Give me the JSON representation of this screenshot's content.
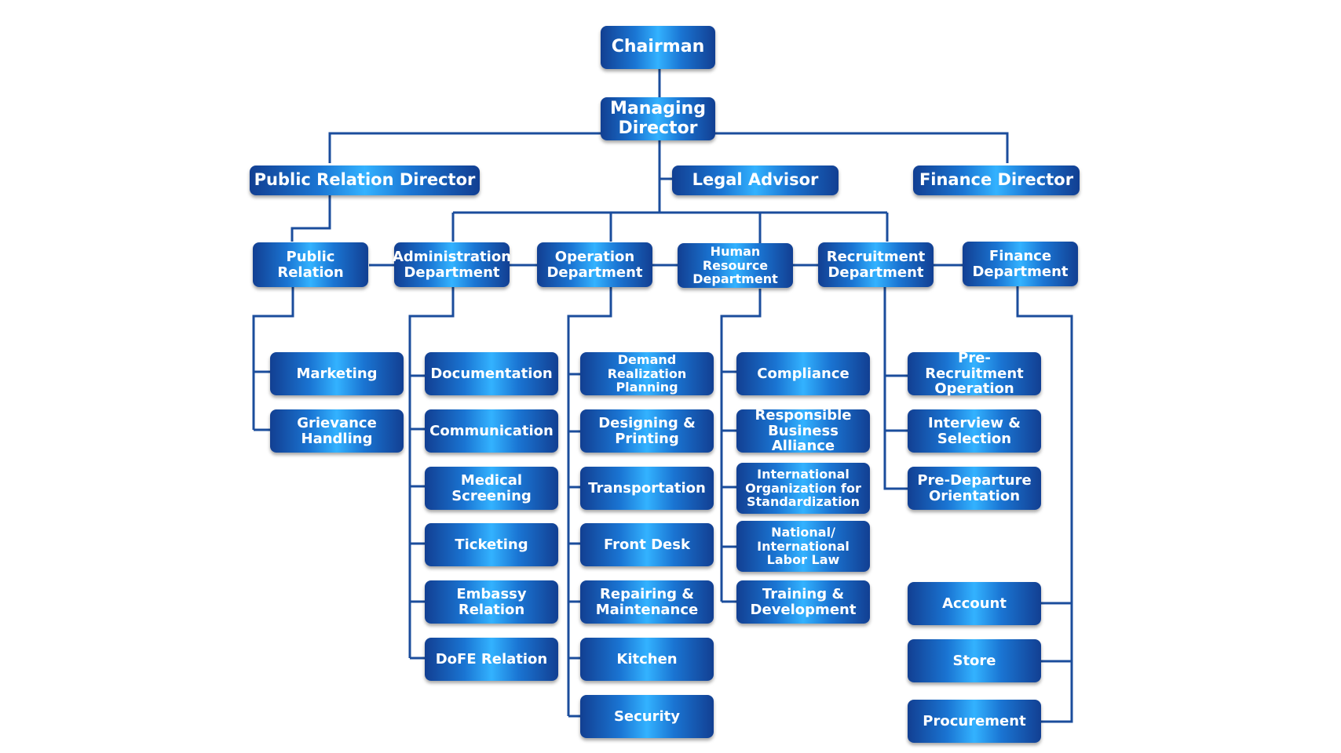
{
  "org": {
    "chairman": "Chairman",
    "managing_director": "Managing\nDirector",
    "public_relation_director": "Public Relation Director",
    "legal_advisor": "Legal Advisor",
    "finance_director": "Finance Director",
    "departments": {
      "public_relation": "Public\nRelation",
      "administration": "Administration\nDepartment",
      "operation": "Operation\nDepartment",
      "human_resource": "Human Resource\nDepartment",
      "recruitment": "Recruitment\nDepartment",
      "finance": "Finance\nDepartment"
    },
    "public_relation_units": [
      "Marketing",
      "Grievance\nHandling"
    ],
    "administration_units": [
      "Documentation",
      "Communication",
      "Medical\nScreening",
      "Ticketing",
      "Embassy\nRelation",
      "DoFE Relation"
    ],
    "operation_units": [
      "Demand Realization\nPlanning",
      "Designing &\nPrinting",
      "Transportation",
      "Front Desk",
      "Repairing &\nMaintenance",
      "Kitchen",
      "Security"
    ],
    "human_resource_units": [
      "Compliance",
      "Responsible\nBusiness Alliance",
      "International\nOrganization for\nStandardization",
      "National/\nInternational\nLabor Law",
      "Training &\nDevelopment"
    ],
    "recruitment_units": [
      "Pre-Recruitment\nOperation",
      "Interview &\nSelection",
      "Pre-Departure\nOrientation"
    ],
    "finance_units": [
      "Account",
      "Store",
      "Procurement"
    ]
  },
  "colors": {
    "line": "#1b4d9c",
    "box_dark": "#123f92",
    "box_light": "#33b2ff",
    "text": "#ffffff"
  }
}
